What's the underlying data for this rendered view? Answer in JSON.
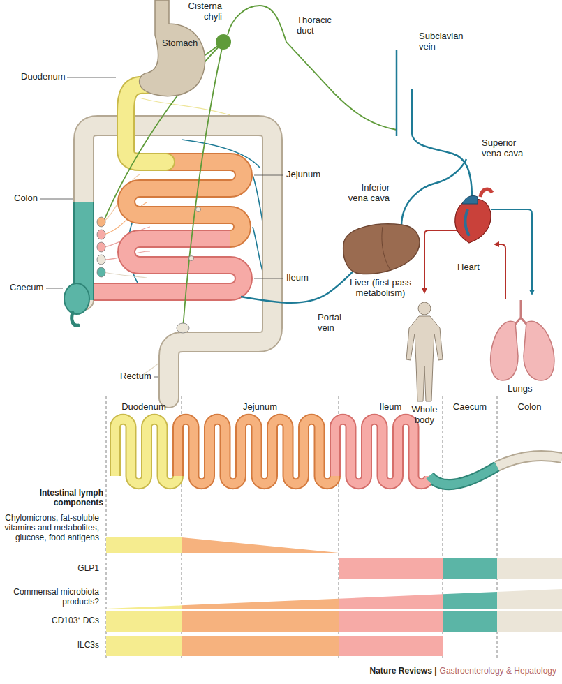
{
  "diagram": {
    "labels": [
      "Stomach",
      "Duodenum",
      "Cisterna chyli",
      "Thoracic duct",
      "Subclavian vein",
      "Superior vena cava",
      "Inferior vena cava",
      "Jejunum",
      "Ileum",
      "Colon",
      "Liver (first pass metabolism)",
      "Heart",
      "Caecum",
      "Portal vein",
      "Whole body",
      "Lungs",
      "Rectum",
      "Duodenum",
      "Jejunum",
      "Ileum",
      "Caecum",
      "Colon",
      "Intestinal lymph components",
      "Chylomicrons, fat-soluble vitamins and metabolites, glucose, food antigens",
      "GLP1",
      "Commensal microbiota products?",
      "CD103⁺ DCs",
      "ILC3s",
      "Nature Reviews |",
      "Gastroenterology & Hepatology"
    ]
  }
}
